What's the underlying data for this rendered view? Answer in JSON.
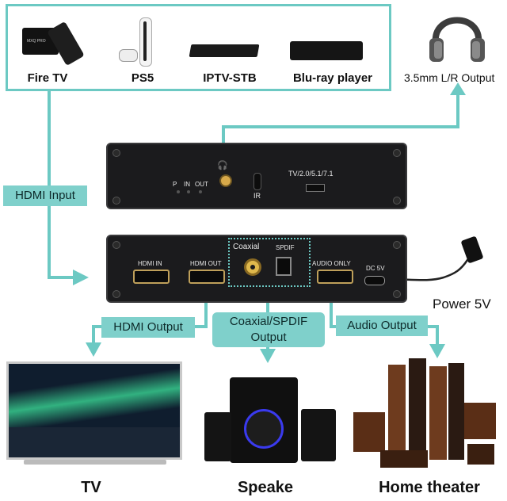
{
  "sources": {
    "fire_tv": "Fire TV",
    "ps5": "PS5",
    "iptv": "IPTV-STB",
    "bluray": "Blu-ray player",
    "firetv_box_text": "MXQ PRO"
  },
  "headphone_label": "3.5mm L/R Output",
  "front_panel": {
    "p": "P",
    "in": "IN",
    "out": "OUT",
    "ir": "IR",
    "mode": "TV/2.0/5.1/7.1"
  },
  "rear_panel": {
    "hdmi_in": "HDMI IN",
    "hdmi_out": "HDMI OUT",
    "coaxial": "Coaxial",
    "spdif": "SPDIF",
    "audio_only": "AUDIO ONLY",
    "dc": "DC 5V"
  },
  "tags": {
    "hdmi_input": "HDMI Input",
    "hdmi_output": "HDMI Output",
    "coax_spdif_output_line1": "Coaxial/SPDIF",
    "coax_spdif_output_line2": "Output",
    "audio_output": "Audio Output"
  },
  "power_label": "Power 5V",
  "outputs": {
    "tv": "TV",
    "speaker": "Speake",
    "home_theater": "Home theater"
  },
  "colors": {
    "accent": "#6cc9c3",
    "tag_bg": "#7fd0cb",
    "device_body": "#1b1b1d"
  }
}
